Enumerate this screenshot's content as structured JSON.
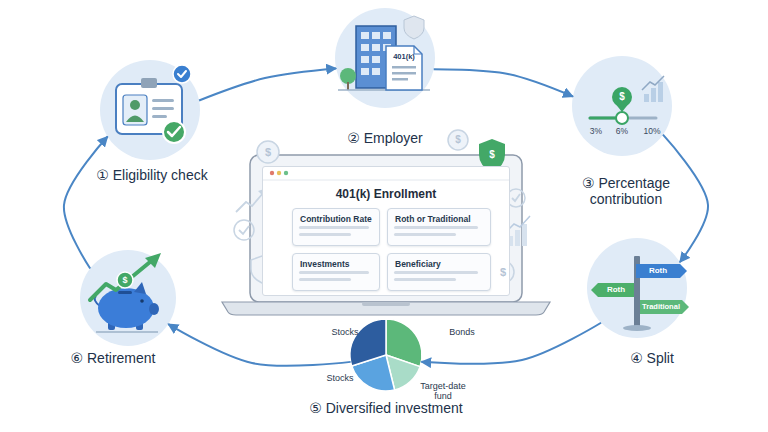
{
  "diagram": {
    "nodes": [
      {
        "text": [
          "① Eligibility check"
        ]
      },
      {
        "text": [
          "② Employer"
        ]
      },
      {
        "text": [
          "③ Percentage contribution"
        ]
      },
      {
        "text": [
          "④ Split"
        ]
      },
      {
        "text": [
          "⑤ Diversified investment"
        ]
      },
      {
        "text": [
          "⑥ Retirement"
        ]
      },
      {
        "text": [
          "401(k) Enrollment"
        ]
      },
      {
        "text": [
          "Contribution Rate"
        ],
        "in": 6
      },
      {
        "text": [
          "Roth or Traditional"
        ],
        "in": 6
      },
      {
        "text": [
          "Investments"
        ],
        "in": 6
      },
      {
        "text": [
          "Beneficiary"
        ],
        "in": 6
      }
    ],
    "edges": [
      {
        "from": 0,
        "to": 1,
        "arrow": "to"
      },
      {
        "from": 1,
        "to": 2,
        "arrow": "to"
      },
      {
        "from": 2,
        "to": 3,
        "arrow": "to"
      },
      {
        "from": 3,
        "to": 4,
        "arrow": "to"
      },
      {
        "from": 4,
        "to": 5,
        "arrow": "to"
      },
      {
        "from": 5,
        "to": 0,
        "arrow": "to"
      }
    ],
    "labels": [
      "401(k)",
      "$",
      "3%",
      "6%",
      "10%",
      "Roth",
      "Roth",
      "Traditional",
      "Stocks",
      "Bonds",
      "Stocks",
      "Target-date fund",
      "$",
      "$",
      "$",
      "$",
      "$"
    ]
  }
}
